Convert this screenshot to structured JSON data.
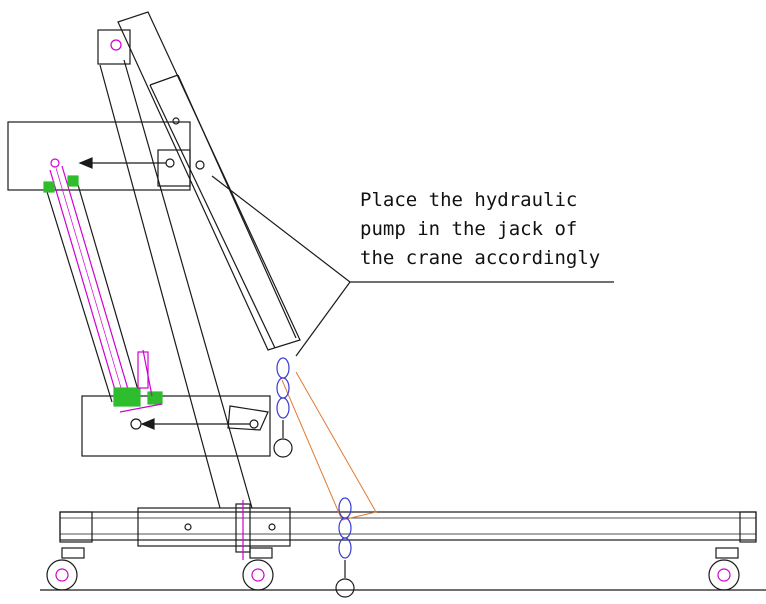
{
  "annotation": {
    "lines": [
      "Place the hydraulic",
      "pump in the jack of",
      "the crane accordingly"
    ]
  },
  "colors": {
    "line": "#1a1a1a",
    "cylinder": "#d000d0",
    "pump": "#2dbd2d",
    "chain": "#3a3ad0",
    "boom_outline": "#e07a30"
  }
}
